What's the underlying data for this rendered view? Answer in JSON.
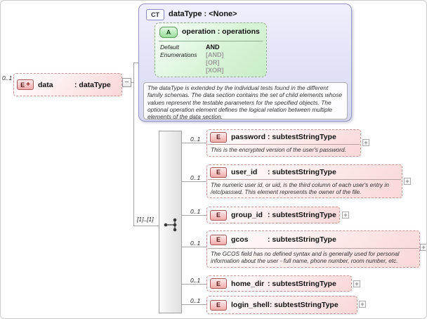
{
  "colors": {
    "element_pink": "#f9d7d7",
    "element_border": "#c79595",
    "attribute_green": "#c6eec6",
    "complextype_purple": "#d7d7f2",
    "connector_gray": "#a6a6a6"
  },
  "icons": {
    "plus": "+",
    "minus": "−",
    "badge_plus": "+"
  },
  "root": {
    "cardinality": "0..1",
    "badge": "E",
    "name": "data",
    "type": ": dataType"
  },
  "complex_type": {
    "badge": "CT",
    "title": "dataType : <None>",
    "attribute": {
      "badge": "A",
      "title": "operation : operations",
      "default_label": "Default",
      "default_value": "AND",
      "enumerations_label": "Enumerations",
      "enumerations": [
        "[AND]",
        "[OR]",
        "[XOR]"
      ]
    },
    "annotation": "The dataType is extended by the individual tests found in the different family schemas.  The data section contains the set of child elements whose values represent the testable parameters for the specified objects. The optional operation element defines the logical relation between multiple elements of the data section."
  },
  "compositor": {
    "cardinality": "[1]..[1]"
  },
  "children": [
    {
      "cardinality": "0..1",
      "badge": "E",
      "name": "password",
      "type": ": subtestStringType",
      "annotation": "This is the encrypted version of the user's password."
    },
    {
      "cardinality": "0..1",
      "badge": "E",
      "name": "user_id",
      "type": ": subtestStringType",
      "annotation": "The numeric user id, or uid, is the third column of each user's entry in /etc/passwd.  This element represents the owner of the file."
    },
    {
      "cardinality": "0..1",
      "badge": "E",
      "name": "group_id",
      "type": ": subtestStringType"
    },
    {
      "cardinality": "0..1",
      "badge": "E",
      "name": "gcos",
      "type": ": subtestStringType",
      "annotation": "The GCOS field has no defined syntax and is generally used for personal information about the user - full name, phone number, room number, etc."
    },
    {
      "cardinality": "0..1",
      "badge": "E",
      "name": "home_dir",
      "type": ": subtestStringType"
    },
    {
      "cardinality": "0..1",
      "badge": "E",
      "name": "login_shell",
      "type": ": subtestStringType"
    }
  ]
}
